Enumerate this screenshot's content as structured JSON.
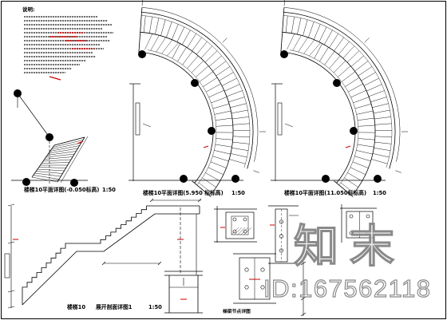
{
  "notes": {
    "heading": "说明:"
  },
  "plans": [
    {
      "caption": "楼梯10平面详图(-0.050标高)",
      "scale": "1:50"
    },
    {
      "caption": "楼梯10平面详图(5.950 标标高)",
      "scale": "1:50"
    },
    {
      "caption": "楼梯10平面详图(11.050标标高)",
      "scale": "1:50"
    }
  ],
  "section": {
    "title": "楼梯10",
    "subtitle": "展开剖面详图1",
    "scale": "1:50"
  },
  "detail": {
    "caption": "梯梁节点详图"
  },
  "watermark": {
    "logo": "知末",
    "id": "ID:167562118"
  },
  "colors": {
    "line": "#000000",
    "accent": "#cc0000",
    "background": "#ffffff"
  }
}
